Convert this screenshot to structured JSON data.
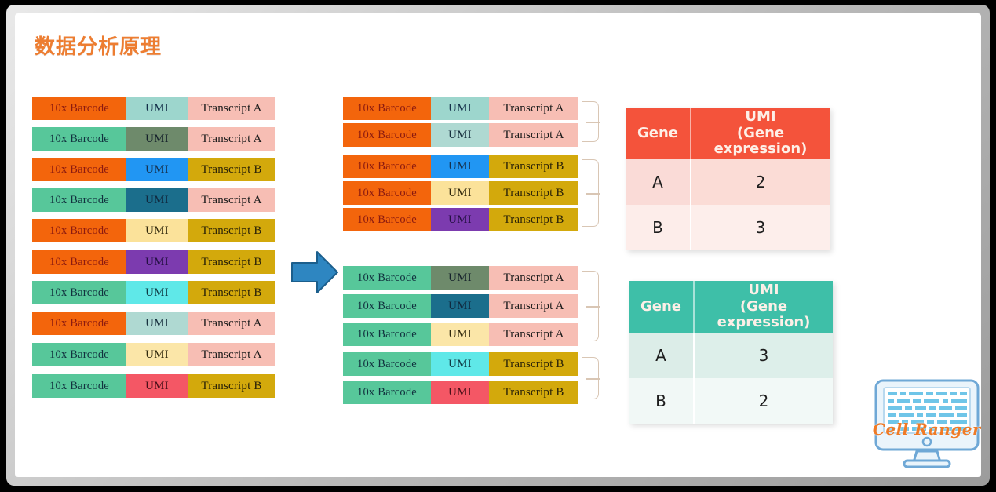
{
  "slide": {
    "title": "数据分析原理",
    "title_color": "#ED7D31",
    "background": "#ffffff"
  },
  "labels": {
    "barcode": "10x Barcode",
    "umi": "UMI",
    "transcript_a": "Transcript A",
    "transcript_b": "Transcript B"
  },
  "palette": {
    "barcode_orange": "#F3650C",
    "barcode_green": "#57C79A",
    "transcript_a_pink": "#F9BEB4",
    "transcript_b_gold": "#D3A90C",
    "arrow_blue": "#2E86C1",
    "table_orange": "#F4533B",
    "table_teal": "#3EBFA8",
    "bracket": "#d9c6b4"
  },
  "left_column": {
    "caption": "unsorted-reads",
    "rows": [
      {
        "barcode": "10x Barcode",
        "barcode_color": "#F3650C",
        "barcode_text": "#8C1B10",
        "umi": "UMI",
        "umi_color": "#9DD6CD",
        "umi_text": "#14304A",
        "transcript": "Transcript A",
        "transcript_color": "#F7BEB4",
        "transcript_text": "#1A1A1A"
      },
      {
        "barcode": "10x Barcode",
        "barcode_color": "#57C79A",
        "barcode_text": "#12323F",
        "umi": "UMI",
        "umi_color": "#6E8A6B",
        "umi_text": "#15212B",
        "transcript": "Transcript A",
        "transcript_color": "#F7BEB4",
        "transcript_text": "#1A1A1A"
      },
      {
        "barcode": "10x Barcode",
        "barcode_color": "#F3650C",
        "barcode_text": "#8C1B10",
        "umi": "UMI",
        "umi_color": "#2196F3",
        "umi_text": "#16314D",
        "transcript": "Transcript B",
        "transcript_color": "#D3A90C",
        "transcript_text": "#2A2208"
      },
      {
        "barcode": "10x Barcode",
        "barcode_color": "#57C79A",
        "barcode_text": "#12323F",
        "umi": "UMI",
        "umi_color": "#1B6E8C",
        "umi_text": "#10293F",
        "transcript": "Transcript A",
        "transcript_color": "#F7BEB4",
        "transcript_text": "#1A1A1A"
      },
      {
        "barcode": "10x Barcode",
        "barcode_color": "#F3650C",
        "barcode_text": "#8C1B10",
        "umi": "UMI",
        "umi_color": "#FBE29A",
        "umi_text": "#30280C",
        "transcript": "Transcript B",
        "transcript_color": "#D3A90C",
        "transcript_text": "#2A2208"
      },
      {
        "barcode": "10x Barcode",
        "barcode_color": "#F3650C",
        "barcode_text": "#8C1B10",
        "umi": "UMI",
        "umi_color": "#7C3BAF",
        "umi_text": "#241043",
        "transcript": "Transcript B",
        "transcript_color": "#D3A90C",
        "transcript_text": "#2A2208"
      },
      {
        "barcode": "10x Barcode",
        "barcode_color": "#57C79A",
        "barcode_text": "#12323F",
        "umi": "UMI",
        "umi_color": "#5FE8E8",
        "umi_text": "#0F3A44",
        "transcript": "Transcript B",
        "transcript_color": "#D3A90C",
        "transcript_text": "#2A2208"
      },
      {
        "barcode": "10x Barcode",
        "barcode_color": "#F3650C",
        "barcode_text": "#8C1B10",
        "umi": "UMI",
        "umi_color": "#AFD9D2",
        "umi_text": "#17303E",
        "transcript": "Transcript A",
        "transcript_color": "#F7BEB4",
        "transcript_text": "#1A1A1A"
      },
      {
        "barcode": "10x Barcode",
        "barcode_color": "#57C79A",
        "barcode_text": "#12323F",
        "umi": "UMI",
        "umi_color": "#FBE6A8",
        "umi_text": "#30280C",
        "transcript": "Transcript A",
        "transcript_color": "#F7BEB4",
        "transcript_text": "#1A1A1A"
      },
      {
        "barcode": "10x Barcode",
        "barcode_color": "#57C79A",
        "barcode_text": "#12323F",
        "umi": "UMI",
        "umi_color": "#F45765",
        "umi_text": "#4A1018",
        "transcript": "Transcript B",
        "transcript_color": "#D3A90C",
        "transcript_text": "#2A2208"
      }
    ]
  },
  "middle_top": {
    "caption": "cell-1-sorted-reads",
    "rows": [
      {
        "barcode": "10x Barcode",
        "barcode_color": "#F3650C",
        "barcode_text": "#8C1B10",
        "umi": "UMI",
        "umi_color": "#9DD6CD",
        "umi_text": "#14304A",
        "transcript": "Transcript A",
        "transcript_color": "#F7BEB4",
        "transcript_text": "#1A1A1A"
      },
      {
        "barcode": "10x Barcode",
        "barcode_color": "#F3650C",
        "barcode_text": "#8C1B10",
        "umi": "UMI",
        "umi_color": "#AFD9D2",
        "umi_text": "#17303E",
        "transcript": "Transcript A",
        "transcript_color": "#F7BEB4",
        "transcript_text": "#1A1A1A"
      },
      {
        "barcode": "10x Barcode",
        "barcode_color": "#F3650C",
        "barcode_text": "#8C1B10",
        "umi": "UMI",
        "umi_color": "#2196F3",
        "umi_text": "#16314D",
        "transcript": "Transcript B",
        "transcript_color": "#D3A90C",
        "transcript_text": "#2A2208"
      },
      {
        "barcode": "10x Barcode",
        "barcode_color": "#F3650C",
        "barcode_text": "#8C1B10",
        "umi": "UMI",
        "umi_color": "#FBE29A",
        "umi_text": "#30280C",
        "transcript": "Transcript B",
        "transcript_color": "#D3A90C",
        "transcript_text": "#2A2208"
      },
      {
        "barcode": "10x Barcode",
        "barcode_color": "#F3650C",
        "barcode_text": "#8C1B10",
        "umi": "UMI",
        "umi_color": "#7C3BAF",
        "umi_text": "#241043",
        "transcript": "Transcript B",
        "transcript_color": "#D3A90C",
        "transcript_text": "#2A2208"
      }
    ],
    "brackets": [
      {
        "label": "group-transcript-a",
        "rows": 2
      },
      {
        "label": "group-transcript-b",
        "rows": 3
      }
    ]
  },
  "middle_bottom": {
    "caption": "cell-2-sorted-reads",
    "rows": [
      {
        "barcode": "10x Barcode",
        "barcode_color": "#57C79A",
        "barcode_text": "#12323F",
        "umi": "UMI",
        "umi_color": "#6E8A6B",
        "umi_text": "#15212B",
        "transcript": "Transcript A",
        "transcript_color": "#F7BEB4",
        "transcript_text": "#1A1A1A"
      },
      {
        "barcode": "10x Barcode",
        "barcode_color": "#57C79A",
        "barcode_text": "#12323F",
        "umi": "UMI",
        "umi_color": "#1B6E8C",
        "umi_text": "#10293F",
        "transcript": "Transcript A",
        "transcript_color": "#F7BEB4",
        "transcript_text": "#1A1A1A"
      },
      {
        "barcode": "10x Barcode",
        "barcode_color": "#57C79A",
        "barcode_text": "#12323F",
        "umi": "UMI",
        "umi_color": "#FBE6A8",
        "umi_text": "#30280C",
        "transcript": "Transcript A",
        "transcript_color": "#F7BEB4",
        "transcript_text": "#1A1A1A"
      },
      {
        "barcode": "10x Barcode",
        "barcode_color": "#57C79A",
        "barcode_text": "#12323F",
        "umi": "UMI",
        "umi_color": "#5FE8E8",
        "umi_text": "#0F3A44",
        "transcript": "Transcript B",
        "transcript_color": "#D3A90C",
        "transcript_text": "#2A2208"
      },
      {
        "barcode": "10x Barcode",
        "barcode_color": "#57C79A",
        "barcode_text": "#12323F",
        "umi": "UMI",
        "umi_color": "#F45765",
        "umi_text": "#4A1018",
        "transcript": "Transcript B",
        "transcript_color": "#D3A90C",
        "transcript_text": "#2A2208"
      }
    ],
    "brackets": [
      {
        "label": "group-transcript-a",
        "rows": 3
      },
      {
        "label": "group-transcript-b",
        "rows": 2
      }
    ]
  },
  "table_a": {
    "header": {
      "gene": "Gene",
      "umi_line1": "UMI",
      "umi_line2": "(Gene expression)"
    },
    "rows": [
      {
        "gene": "A",
        "umi": "2"
      },
      {
        "gene": "B",
        "umi": "3"
      }
    ]
  },
  "table_b": {
    "header": {
      "gene": "Gene",
      "umi_line1": "UMI",
      "umi_line2": "(Gene expression)"
    },
    "rows": [
      {
        "gene": "A",
        "umi": "3"
      },
      {
        "gene": "B",
        "umi": "2"
      }
    ]
  },
  "logo": {
    "wordmark": "Cell Ranger",
    "wordmark_color": "#F07A25"
  },
  "arrow": {
    "direction": "right",
    "color": "#2E86C1"
  }
}
